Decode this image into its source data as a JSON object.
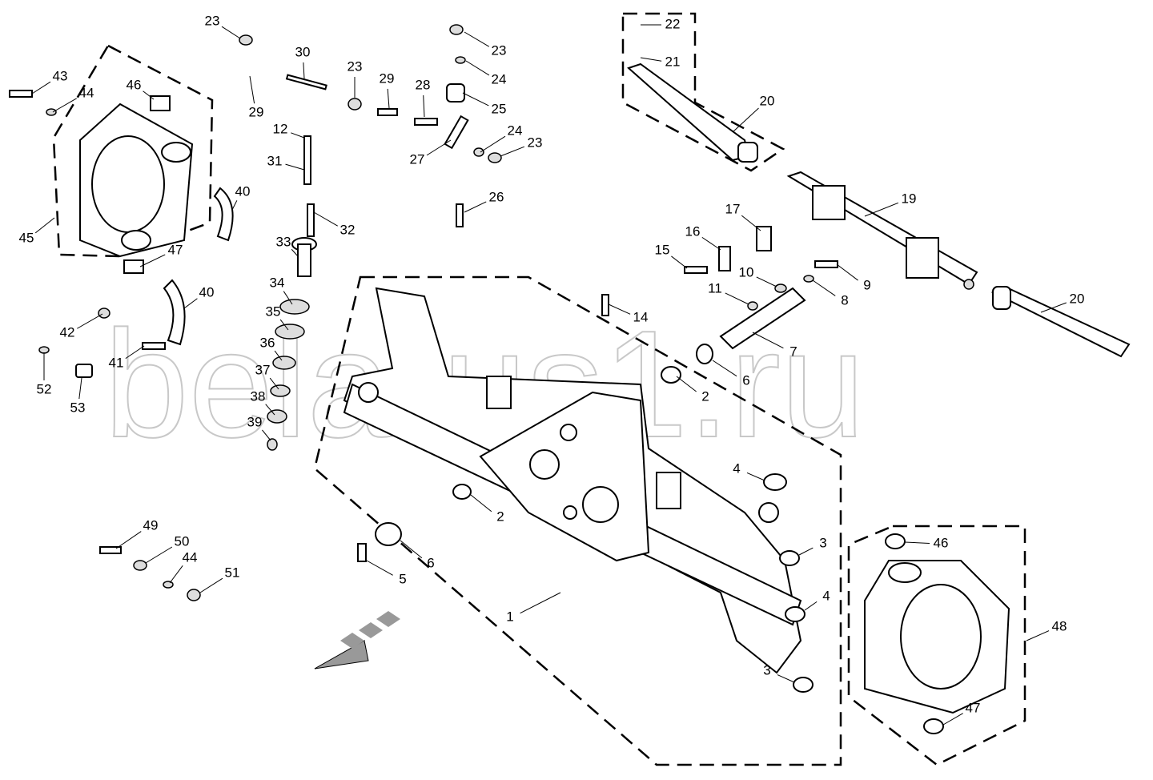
{
  "diagram": {
    "watermark": "belarus1.ru",
    "direction_indicator": "forward-arrow",
    "callouts": [
      "23",
      "43",
      "44",
      "46",
      "30",
      "23",
      "29",
      "23",
      "24",
      "28",
      "25",
      "29",
      "12",
      "24",
      "23",
      "27",
      "31",
      "26",
      "40",
      "32",
      "45",
      "47",
      "33",
      "34",
      "40",
      "35",
      "42",
      "41",
      "36",
      "37",
      "38",
      "39",
      "52",
      "53",
      "22",
      "21",
      "20",
      "19",
      "17",
      "16",
      "15",
      "10",
      "9",
      "11",
      "8",
      "14",
      "20",
      "7",
      "6",
      "2",
      "4",
      "2",
      "3",
      "46",
      "48",
      "49",
      "50",
      "44",
      "51",
      "6",
      "5",
      "1",
      "4",
      "3",
      "47"
    ]
  }
}
